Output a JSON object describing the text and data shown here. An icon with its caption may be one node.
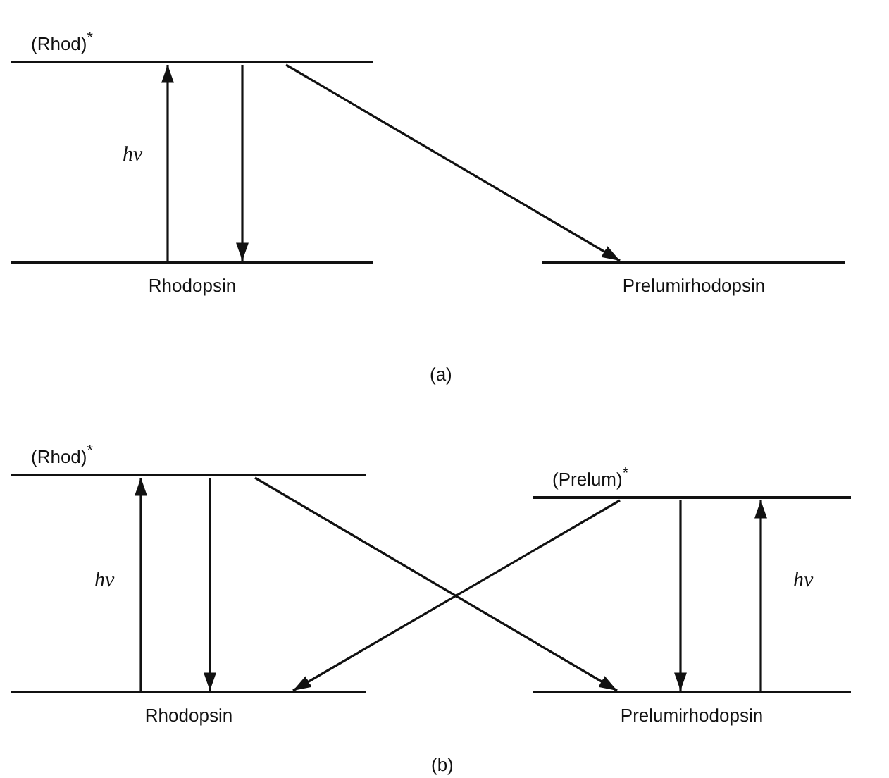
{
  "diagram": {
    "nodes": [
      {
        "text": [
          "(Rhod)$^{*}$"
        ]
      },
      {
        "text": [
          "Rhodopsin"
        ]
      },
      {
        "text": [
          "Prelumirhodopsin"
        ]
      },
      {
        "text": [
          "(Rhod)$^{*}$"
        ]
      },
      {
        "text": [
          "Rhodopsin"
        ]
      },
      {
        "text": [
          "(Prelum)$^{*}$"
        ]
      },
      {
        "text": [
          "Prelumirhodopsin"
        ]
      }
    ],
    "edges": [
      {
        "from": 1,
        "to": 0,
        "arrow": "to",
        "label": "hν"
      },
      {
        "from": 0,
        "to": 1,
        "arrow": "to"
      },
      {
        "from": 0,
        "to": 2,
        "arrow": "to"
      },
      {
        "from": 4,
        "to": 3,
        "arrow": "to",
        "label": "hν"
      },
      {
        "from": 3,
        "to": 4,
        "arrow": "to"
      },
      {
        "from": 3,
        "to": 6,
        "arrow": "to"
      },
      {
        "from": 5,
        "to": 4,
        "arrow": "to"
      },
      {
        "from": 5,
        "to": 6,
        "arrow": "to"
      },
      {
        "from": 6,
        "to": 5,
        "arrow": "to",
        "label": "hν"
      }
    ],
    "labels": [
      "(a)",
      "(b)"
    ]
  }
}
